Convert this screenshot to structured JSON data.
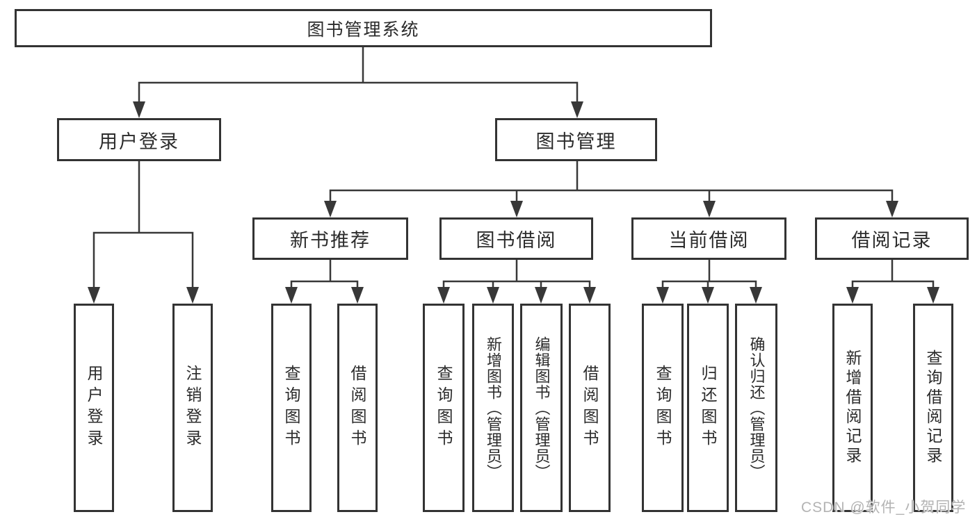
{
  "diagram": {
    "root": {
      "label": "图书管理系统"
    },
    "branches": [
      {
        "label": "用户登录",
        "children": [
          {
            "label": "用户登录"
          },
          {
            "label": "注销登录"
          }
        ]
      },
      {
        "label": "图书管理",
        "children": [
          {
            "label": "新书推荐",
            "children": [
              {
                "label": "查询图书"
              },
              {
                "label": "借阅图书"
              }
            ]
          },
          {
            "label": "图书借阅",
            "children": [
              {
                "label": "查询图书"
              },
              {
                "label": "新增图书（管理员）"
              },
              {
                "label": "编辑图书（管理员）"
              },
              {
                "label": "借阅图书"
              }
            ]
          },
          {
            "label": "当前借阅",
            "children": [
              {
                "label": "查询图书"
              },
              {
                "label": "归还图书"
              },
              {
                "label": "确认归还（管理员）"
              }
            ]
          },
          {
            "label": "借阅记录",
            "children": [
              {
                "label": "新增借阅记录"
              },
              {
                "label": "查询借阅记录"
              }
            ]
          }
        ]
      }
    ]
  },
  "watermark": {
    "text": "CSDN @软件_小贺同学"
  },
  "colors": {
    "line": "#383838",
    "border": "#333333",
    "text": "#2b2b2b",
    "background": "#ffffff",
    "watermark": "#b3b3b3"
  }
}
